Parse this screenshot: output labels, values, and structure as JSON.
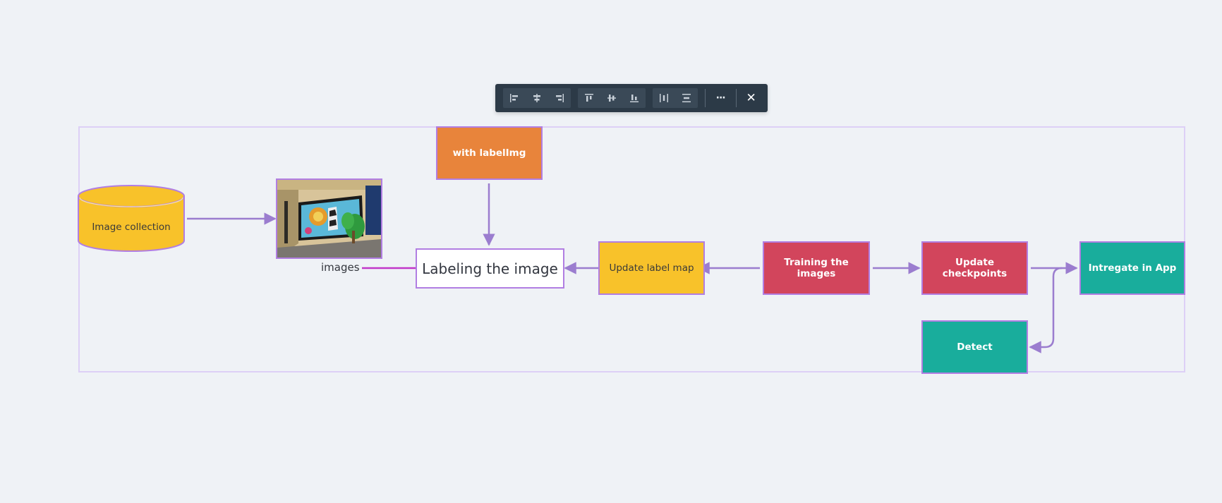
{
  "toolbar": {
    "align_buttons": [
      "align-left-icon",
      "align-center-horizontal-icon",
      "align-right-icon"
    ],
    "valign_buttons": [
      "align-top-icon",
      "align-middle-icon",
      "align-bottom-icon"
    ],
    "distribute_buttons": [
      "distribute-horizontal-icon",
      "distribute-vertical-icon"
    ],
    "more_label": "···",
    "close_label": "✕"
  },
  "nodes": {
    "image_collection": "Image collection",
    "with_labelimg": "with labelImg",
    "labeling": "Labeling the image",
    "update_label_map": "Update label map",
    "training": "Training the images",
    "update_checkpoints": "Update checkpoints",
    "integrate": "Intregate in App",
    "detect": "Detect"
  },
  "edge_labels": {
    "images": "images"
  },
  "colors": {
    "orange": "#e8843b",
    "yellow": "#f8c22a",
    "red": "#d2455c",
    "teal": "#19ad9c",
    "node_border": "#b17ee2",
    "edge": "#9b7dcf",
    "edge_highlight": "#c136c9"
  }
}
